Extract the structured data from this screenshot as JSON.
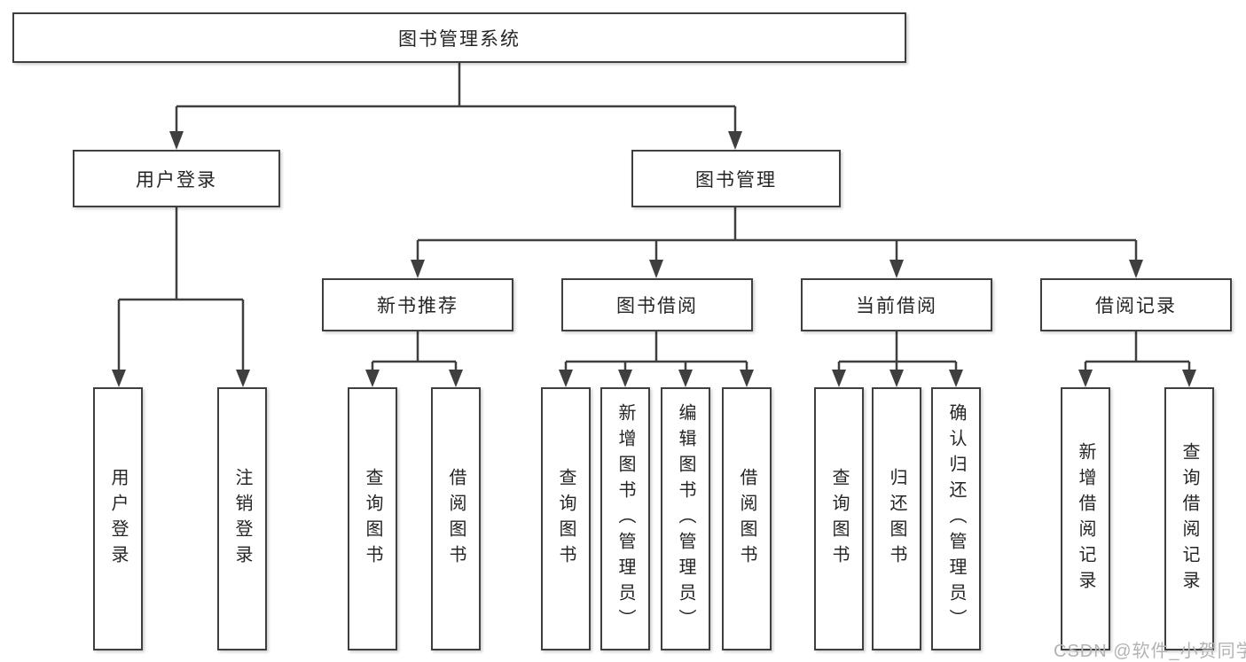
{
  "colors": {
    "line": "#3f3f3f",
    "box_border": "#3f3f3f",
    "text": "#252525",
    "watermark": "#b3b3b3",
    "background": "#ffffff"
  },
  "watermark": {
    "text": "CSDN @软件_小贺同学"
  },
  "tree": {
    "label": "图书管理系统",
    "children": [
      {
        "label": "用户登录",
        "children": [
          {
            "label": "用户登录"
          },
          {
            "label": "注销登录"
          }
        ]
      },
      {
        "label": "图书管理",
        "children": [
          {
            "label": "新书推荐",
            "children": [
              {
                "label": "查询图书"
              },
              {
                "label": "借阅图书"
              }
            ]
          },
          {
            "label": "图书借阅",
            "children": [
              {
                "label": "查询图书"
              },
              {
                "label": "新增图书（管理员）"
              },
              {
                "label": "编辑图书（管理员）"
              },
              {
                "label": "借阅图书"
              }
            ]
          },
          {
            "label": "当前借阅",
            "children": [
              {
                "label": "查询图书"
              },
              {
                "label": "归还图书"
              },
              {
                "label": "确认归还（管理员）"
              }
            ]
          },
          {
            "label": "借阅记录",
            "children": [
              {
                "label": "新增借阅记录"
              },
              {
                "label": "查询借阅记录"
              }
            ]
          }
        ]
      }
    ]
  }
}
